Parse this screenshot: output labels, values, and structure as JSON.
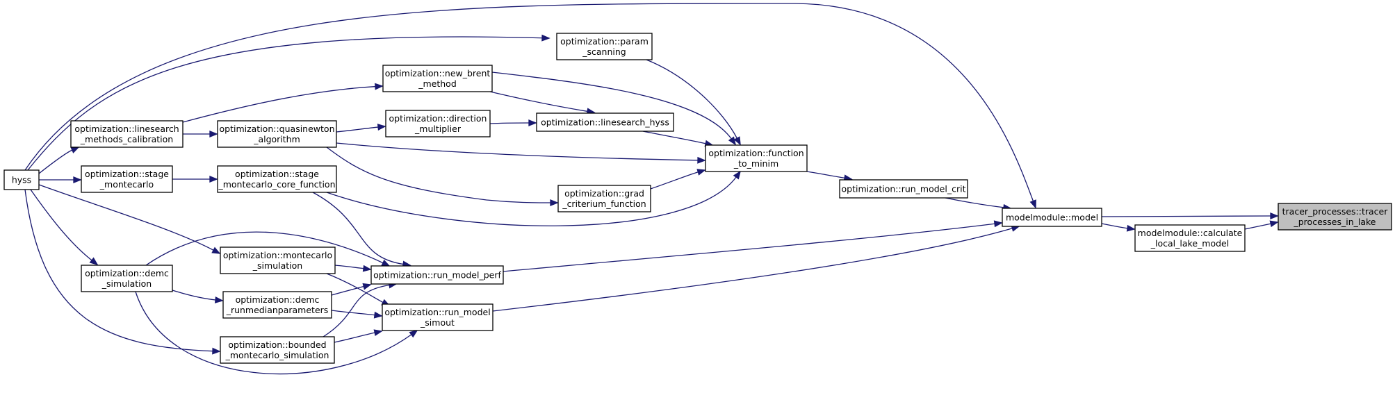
{
  "colors": {
    "edge": "#191970",
    "node_border": "#000000",
    "node_fill": "#ffffff",
    "highlight_fill": "#bfbfbf"
  },
  "nodes": [
    {
      "id": "hyss",
      "lines": [
        "hyss"
      ]
    },
    {
      "id": "param_scanning",
      "lines": [
        "optimization::param",
        "_scanning"
      ]
    },
    {
      "id": "new_brent",
      "lines": [
        "optimization::new_brent",
        "_method"
      ]
    },
    {
      "id": "linesearch_calib",
      "lines": [
        "optimization::linesearch",
        "_methods_calibration"
      ]
    },
    {
      "id": "quasinewton",
      "lines": [
        "optimization::quasinewton",
        "_algorithm"
      ]
    },
    {
      "id": "direction_mult",
      "lines": [
        "optimization::direction",
        "_multiplier"
      ]
    },
    {
      "id": "linesearch_hyss",
      "lines": [
        "optimization::linesearch_hyss"
      ]
    },
    {
      "id": "function_to_minim",
      "lines": [
        "optimization::function",
        "_to_minim"
      ]
    },
    {
      "id": "stage_mc",
      "lines": [
        "optimization::stage",
        "_montecarlo"
      ]
    },
    {
      "id": "stage_mc_core",
      "lines": [
        "optimization::stage",
        "_montecarlo_core_function"
      ]
    },
    {
      "id": "grad_criterium",
      "lines": [
        "optimization::grad",
        "_criterium_function"
      ]
    },
    {
      "id": "run_model_crit",
      "lines": [
        "optimization::run_model_crit"
      ]
    },
    {
      "id": "model",
      "lines": [
        "modelmodule::model"
      ]
    },
    {
      "id": "tracer",
      "lines": [
        "tracer_processes::tracer",
        "_processes_in_lake"
      ]
    },
    {
      "id": "calc_local_lake",
      "lines": [
        "modelmodule::calculate",
        "_local_lake_model"
      ]
    },
    {
      "id": "montecarlo_sim",
      "lines": [
        "optimization::montecarlo",
        "_simulation"
      ]
    },
    {
      "id": "run_model_perf",
      "lines": [
        "optimization::run_model_perf"
      ]
    },
    {
      "id": "demc_sim",
      "lines": [
        "optimization::demc",
        "_simulation"
      ]
    },
    {
      "id": "demc_runmedian",
      "lines": [
        "optimization::demc",
        "_runmedianparameters"
      ]
    },
    {
      "id": "run_model_simout",
      "lines": [
        "optimization::run_model",
        "_simout"
      ]
    },
    {
      "id": "bounded_mc",
      "lines": [
        "optimization::bounded",
        "_montecarlo_simulation"
      ]
    }
  ],
  "edges": [
    {
      "from": "hyss",
      "to": "param_scanning"
    },
    {
      "from": "hyss",
      "to": "model"
    },
    {
      "from": "hyss",
      "to": "linesearch_calib"
    },
    {
      "from": "hyss",
      "to": "stage_mc"
    },
    {
      "from": "hyss",
      "to": "montecarlo_sim"
    },
    {
      "from": "hyss",
      "to": "demc_sim"
    },
    {
      "from": "hyss",
      "to": "bounded_mc"
    },
    {
      "from": "linesearch_calib",
      "to": "new_brent"
    },
    {
      "from": "linesearch_calib",
      "to": "quasinewton"
    },
    {
      "from": "quasinewton",
      "to": "direction_mult"
    },
    {
      "from": "quasinewton",
      "to": "function_to_minim"
    },
    {
      "from": "quasinewton",
      "to": "grad_criterium"
    },
    {
      "from": "new_brent",
      "to": "linesearch_hyss"
    },
    {
      "from": "direction_mult",
      "to": "linesearch_hyss"
    },
    {
      "from": "linesearch_hyss",
      "to": "function_to_minim"
    },
    {
      "from": "param_scanning",
      "to": "function_to_minim"
    },
    {
      "from": "new_brent",
      "to": "function_to_minim"
    },
    {
      "from": "grad_criterium",
      "to": "function_to_minim"
    },
    {
      "from": "stage_mc_core",
      "to": "function_to_minim"
    },
    {
      "from": "stage_mc",
      "to": "stage_mc_core"
    },
    {
      "from": "stage_mc_core",
      "to": "run_model_perf"
    },
    {
      "from": "function_to_minim",
      "to": "run_model_crit"
    },
    {
      "from": "run_model_crit",
      "to": "model"
    },
    {
      "from": "run_model_perf",
      "to": "model"
    },
    {
      "from": "run_model_simout",
      "to": "model"
    },
    {
      "from": "model",
      "to": "tracer"
    },
    {
      "from": "model",
      "to": "calc_local_lake"
    },
    {
      "from": "calc_local_lake",
      "to": "tracer"
    },
    {
      "from": "montecarlo_sim",
      "to": "run_model_perf"
    },
    {
      "from": "montecarlo_sim",
      "to": "run_model_simout"
    },
    {
      "from": "demc_sim",
      "to": "run_model_perf"
    },
    {
      "from": "demc_sim",
      "to": "demc_runmedian"
    },
    {
      "from": "demc_sim",
      "to": "run_model_simout"
    },
    {
      "from": "demc_runmedian",
      "to": "run_model_perf"
    },
    {
      "from": "demc_runmedian",
      "to": "run_model_simout"
    },
    {
      "from": "bounded_mc",
      "to": "run_model_perf"
    },
    {
      "from": "bounded_mc",
      "to": "run_model_simout"
    }
  ]
}
